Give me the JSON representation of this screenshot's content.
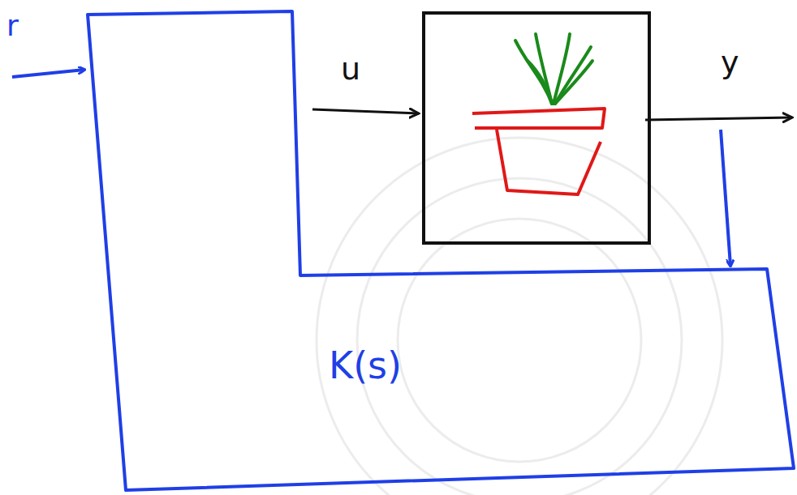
{
  "diagram": {
    "nodes": [
      {
        "text": [
          "K(s)"
        ]
      }
    ],
    "labels": [
      "r",
      "u",
      "y"
    ]
  }
}
